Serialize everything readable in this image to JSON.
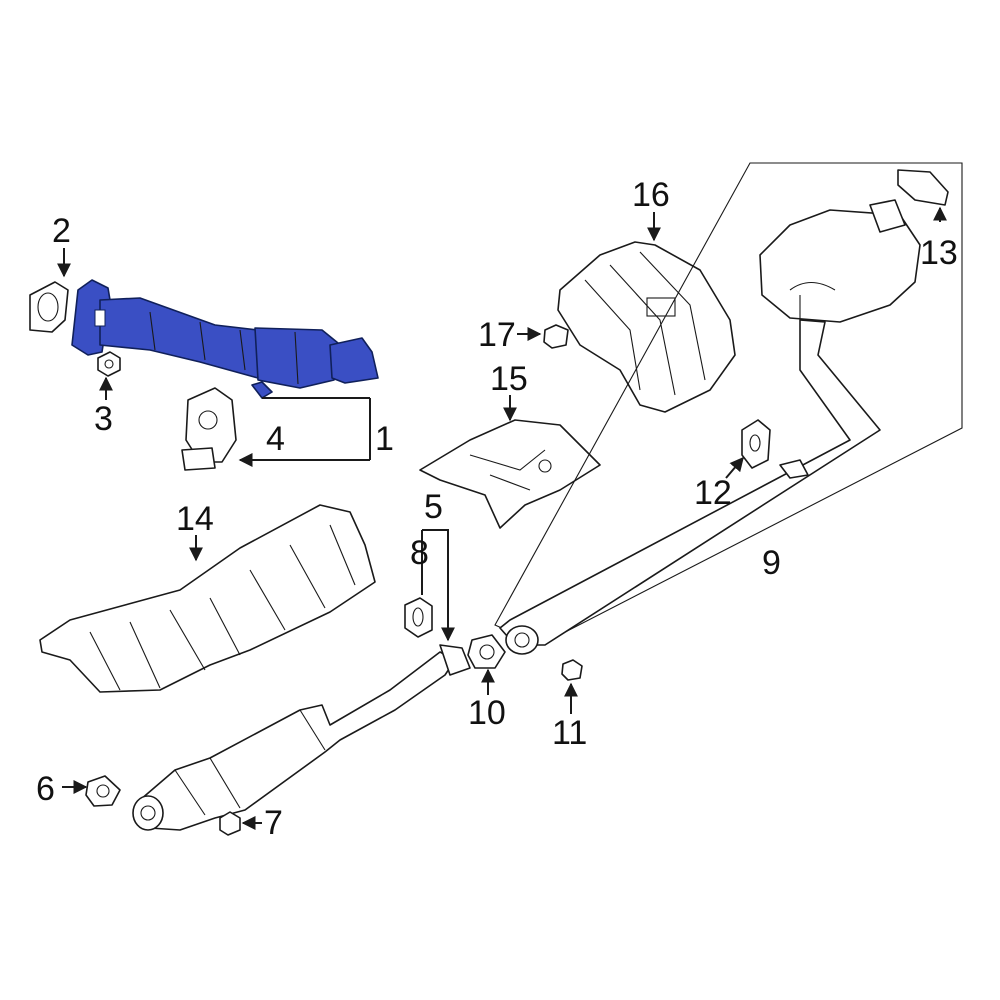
{
  "diagram": {
    "highlight_color": "#3a4fc4",
    "line_color": "#1a1a1a",
    "callouts": {
      "c1": "1",
      "c2": "2",
      "c3": "3",
      "c4": "4",
      "c5": "5",
      "c6": "6",
      "c7": "7",
      "c8": "8",
      "c9": "9",
      "c10": "10",
      "c11": "11",
      "c12": "12",
      "c13": "13",
      "c14": "14",
      "c15": "15",
      "c16": "16",
      "c17": "17"
    }
  }
}
